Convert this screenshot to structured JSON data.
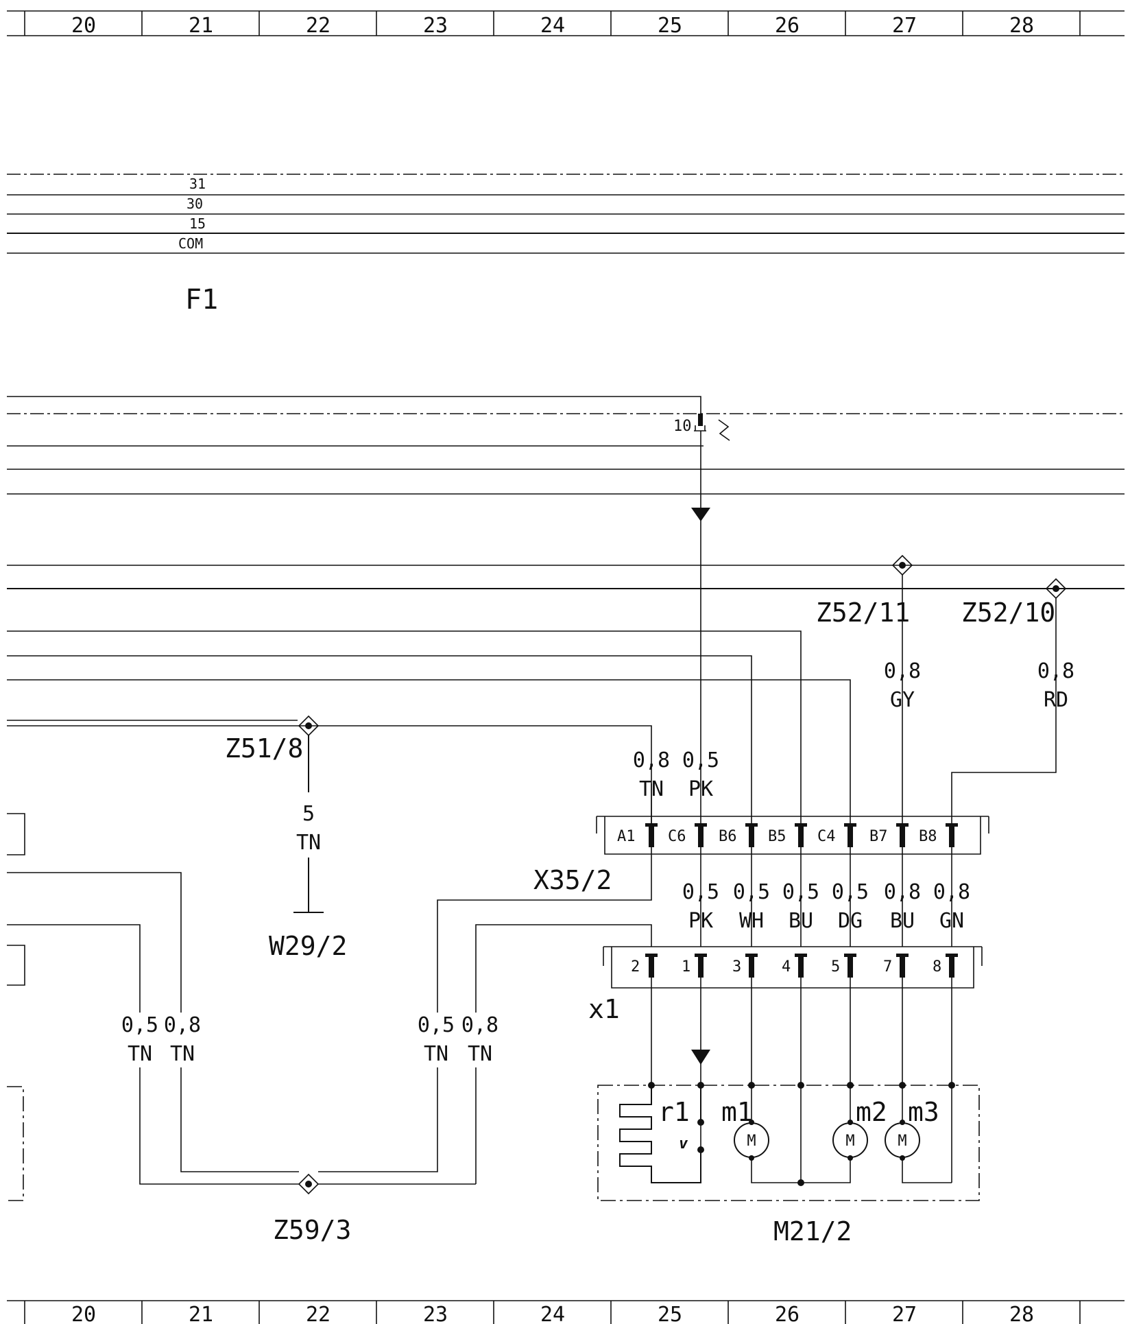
{
  "ruler": {
    "columns": [
      "20",
      "21",
      "22",
      "23",
      "24",
      "25",
      "26",
      "27",
      "28"
    ]
  },
  "bus_labels": [
    "31",
    "30",
    "15",
    "COM"
  ],
  "labels": {
    "fuse": "F1",
    "z52_11": "Z52/11",
    "z52_10": "Z52/10",
    "z51_8": "Z51/8",
    "z59_3": "Z59/3",
    "w29_2": "W29/2",
    "x35_2": "X35/2",
    "x1": "x1",
    "m21_2": "M21/2",
    "pin10": "10"
  },
  "wires": {
    "gy": {
      "size": "0,8",
      "color": "GY"
    },
    "rd": {
      "size": "0,8",
      "color": "RD"
    },
    "w29": {
      "size": "5",
      "color": "TN"
    },
    "a1_top": {
      "size": "0,8",
      "color": "TN"
    },
    "c6_top": {
      "size": "0,5",
      "color": "PK"
    },
    "left1": {
      "size": "0,5",
      "color": "TN"
    },
    "left2": {
      "size": "0,8",
      "color": "TN"
    },
    "mid1": {
      "size": "0,5",
      "color": "TN"
    },
    "mid2": {
      "size": "0,8",
      "color": "TN"
    },
    "lower": [
      {
        "size": "0,5",
        "color": "PK"
      },
      {
        "size": "0,5",
        "color": "WH"
      },
      {
        "size": "0,5",
        "color": "BU"
      },
      {
        "size": "0,5",
        "color": "DG"
      },
      {
        "size": "0,8",
        "color": "BU"
      },
      {
        "size": "0,8",
        "color": "GN"
      }
    ]
  },
  "x35_pins": [
    "A1",
    "C6",
    "B6",
    "B5",
    "C4",
    "B7",
    "B8"
  ],
  "x1_pins": [
    "2",
    "1",
    "3",
    "4",
    "5",
    "7",
    "8"
  ],
  "components": {
    "r1": "r1",
    "m1": "m1",
    "m2": "m2",
    "m3": "m3",
    "motor": "M",
    "v": "v"
  }
}
